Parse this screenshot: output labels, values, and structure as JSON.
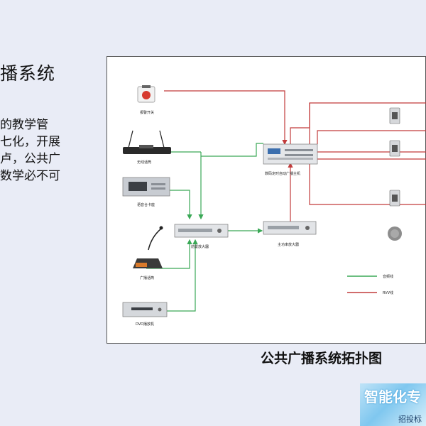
{
  "slide": {
    "title": "播系统",
    "body_lines": [
      "的教学管",
      "七化，开展",
      "卢，公共广",
      "数学必不可"
    ]
  },
  "diagram": {
    "caption": "公共广播系统拓扑图",
    "labels": {
      "alarm_switch": "报警开关",
      "wireless_mic": "无线话筒",
      "audio_source": "语音合卡座",
      "paging_mic": "广播话筒",
      "dvd_player": "DVD播放机",
      "preamp": "前置放大器",
      "timer_host": "数码定时自动广播主机",
      "power_amp": "主功率放大器"
    },
    "legend": [
      {
        "label": "音频线",
        "color": "#3aa856"
      },
      {
        "label": "RVV线",
        "color": "#c23b3b"
      }
    ]
  },
  "banner": {
    "title": "智能化专",
    "subtitle": "招投标"
  }
}
